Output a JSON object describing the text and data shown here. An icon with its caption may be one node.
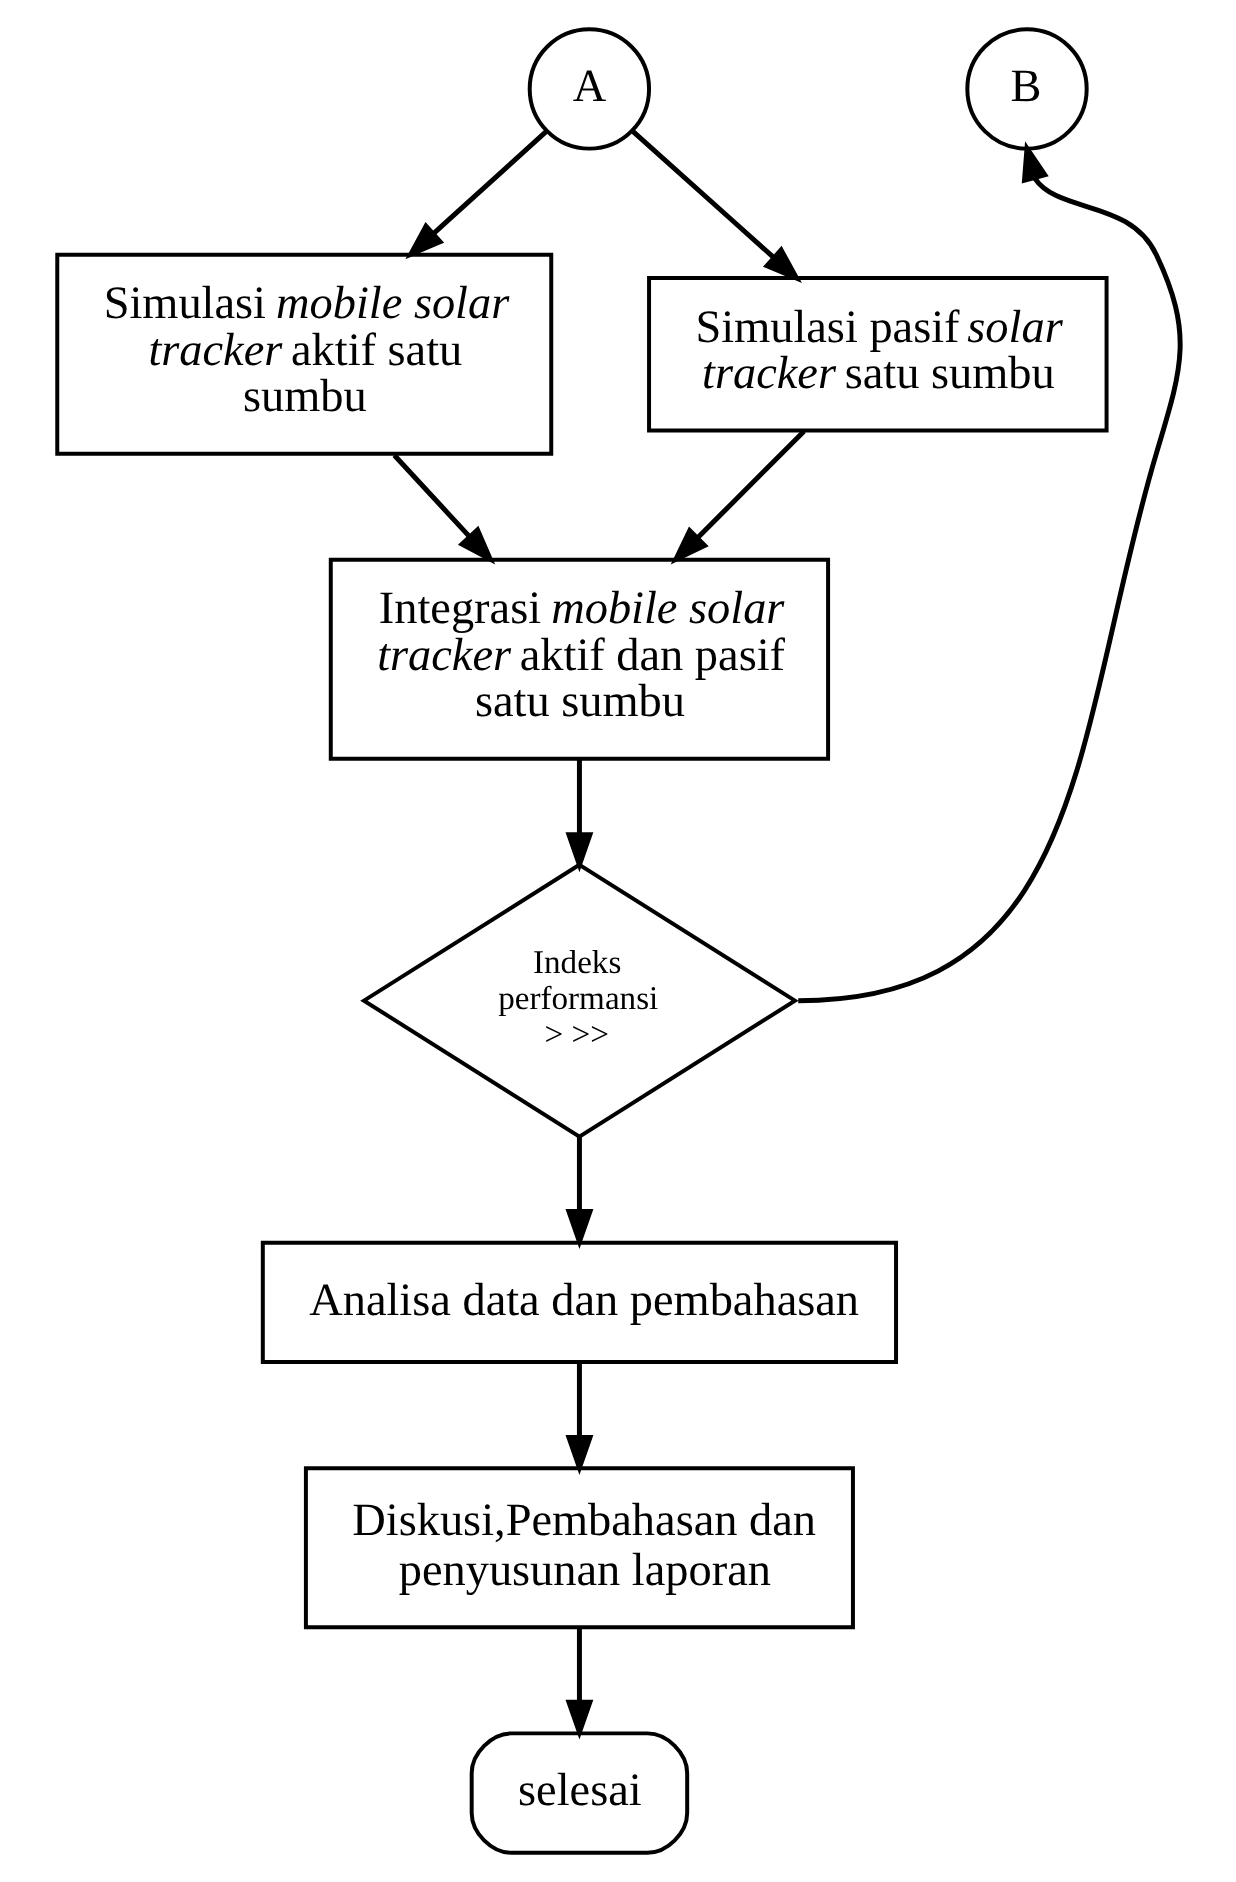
{
  "diagram": {
    "nodes": [
      {
        "text": [
          "A"
        ]
      },
      {
        "text": [
          "Simulasi *mobile solar tracker* aktif satu sumbu"
        ]
      },
      {
        "text": [
          "Simulasi pasif *solar tracker* satu sumbu"
        ]
      },
      {
        "text": [
          "B"
        ]
      },
      {
        "text": [
          "Integrasi *mobile solar tracker* aktif dan pasif satu sumbu"
        ]
      },
      {
        "text": [
          "Indeks performansi > >>"
        ]
      },
      {
        "text": [
          "Analisa data dan pembahasan"
        ]
      },
      {
        "text": [
          "Diskusi,Pembahasan dan penyusunan laporan"
        ]
      },
      {
        "text": [
          "selesai"
        ]
      }
    ],
    "edges": [
      {
        "from": 0,
        "to": 1,
        "arrow": "to"
      },
      {
        "from": 0,
        "to": 2,
        "arrow": "to"
      },
      {
        "from": 1,
        "to": 4,
        "arrow": "to"
      },
      {
        "from": 2,
        "to": 4,
        "arrow": "to"
      },
      {
        "from": 4,
        "to": 5,
        "arrow": "to"
      },
      {
        "from": 5,
        "to": 3,
        "arrow": "to"
      },
      {
        "from": 5,
        "to": 6,
        "arrow": "to"
      },
      {
        "from": 6,
        "to": 7,
        "arrow": "to"
      },
      {
        "from": 7,
        "to": 8,
        "arrow": "to"
      }
    ]
  }
}
